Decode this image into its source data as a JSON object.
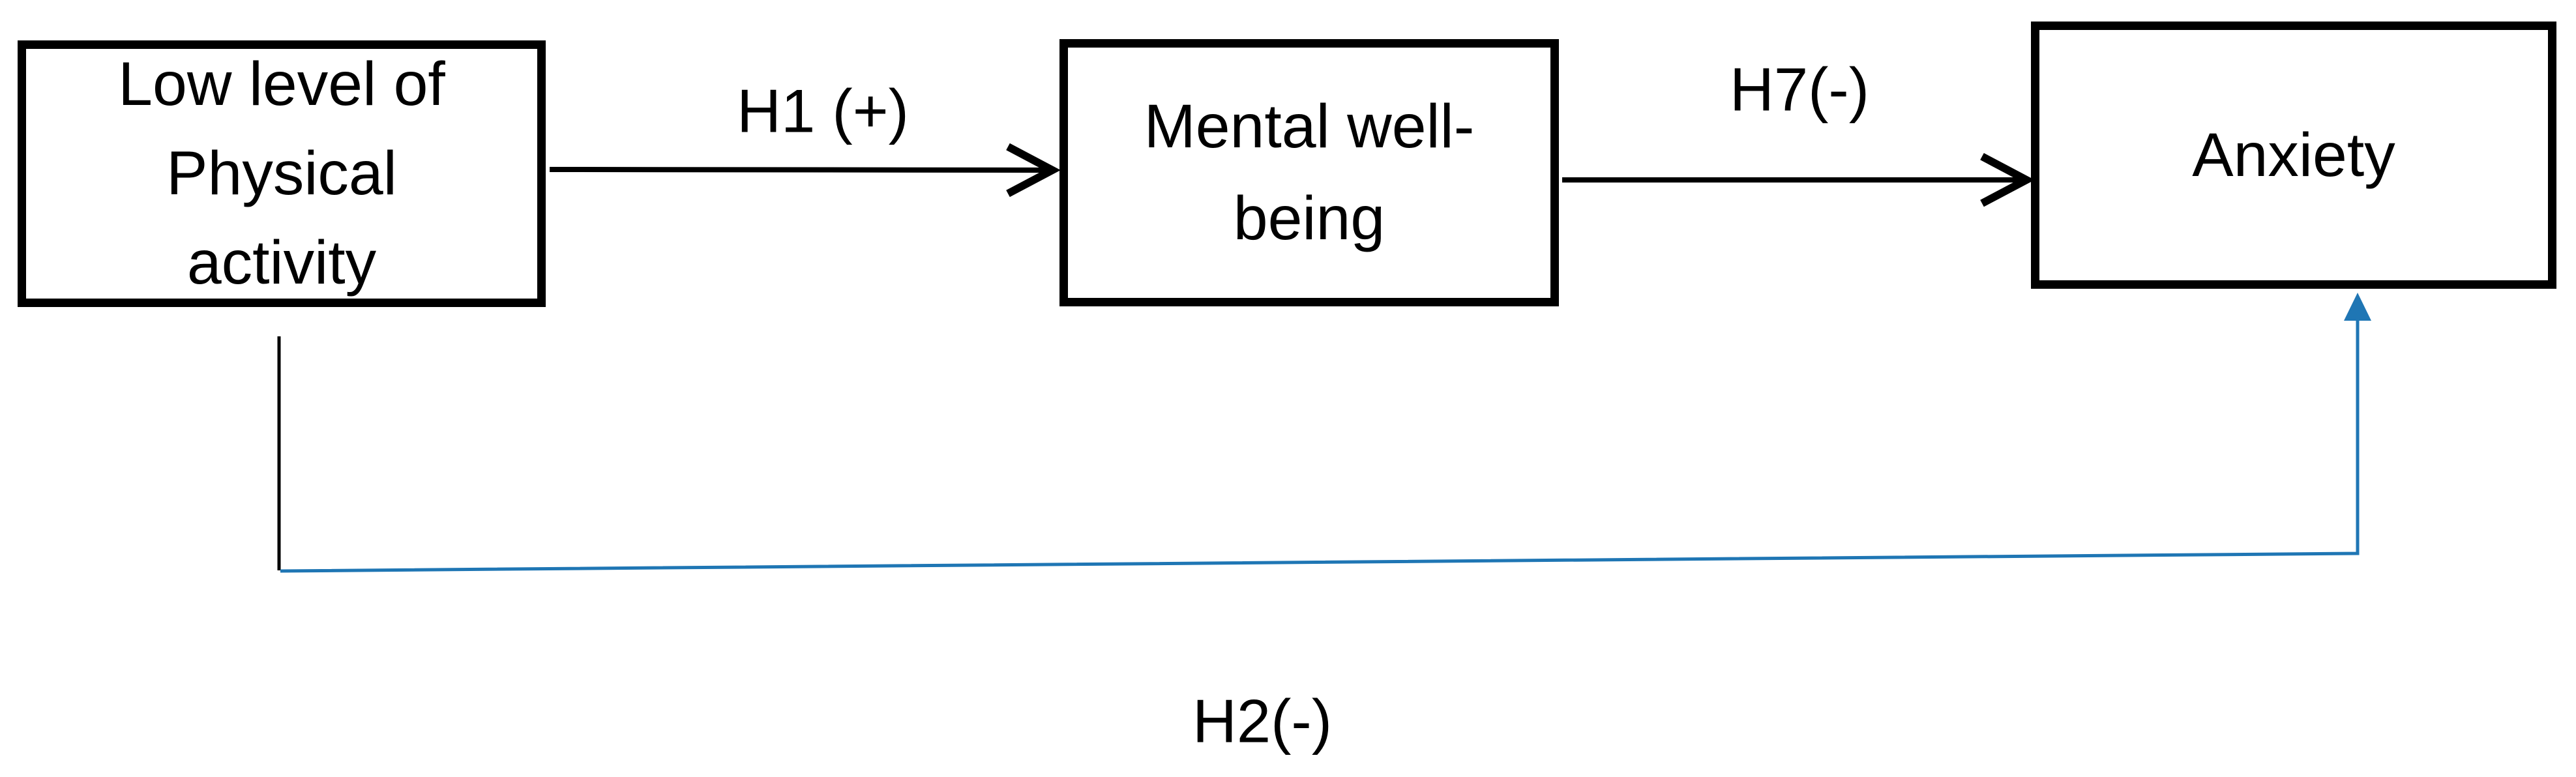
{
  "figure": {
    "type": "path-diagram",
    "background": "#ffffff",
    "colors": {
      "box_border": "#000000",
      "text": "#000000",
      "direct_arrow": "#000000",
      "bypass_arrow": "#1f76b4"
    },
    "boxes": [
      {
        "id": "low-physical-activity",
        "lines": [
          "Low level of",
          "Physical",
          "activity"
        ],
        "text": "Low level of Physical activity"
      },
      {
        "id": "mental-well-being",
        "lines": [
          "Mental well-",
          "being"
        ],
        "text": "Mental well-being"
      },
      {
        "id": "anxiety",
        "lines": [
          "Anxiety"
        ],
        "text": "Anxiety"
      }
    ],
    "arrows": [
      {
        "id": "h1",
        "label": "H1 (+)",
        "from": "low-physical-activity",
        "to": "mental-well-being",
        "color": "#000000",
        "style": "open-head"
      },
      {
        "id": "h7",
        "label": "H7(-)",
        "from": "mental-well-being",
        "to": "anxiety",
        "color": "#000000",
        "style": "open-head"
      },
      {
        "id": "h2",
        "label": "H2(-)",
        "from": "low-physical-activity",
        "to": "anxiety",
        "color": "#1f76b4",
        "style": "filled-head-elbow"
      }
    ]
  }
}
